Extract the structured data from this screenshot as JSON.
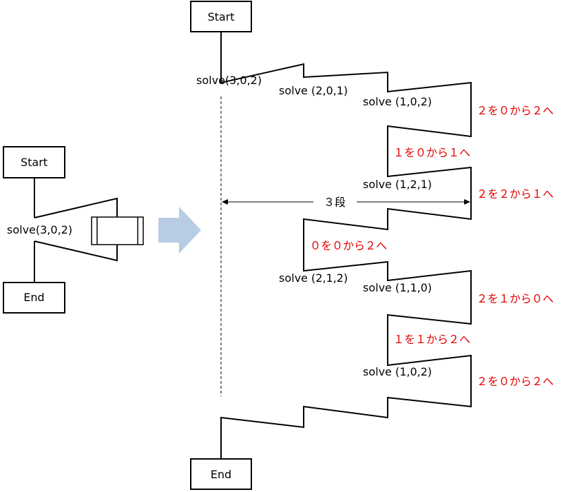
{
  "colors": {
    "line": "#000000",
    "move_text": "#e60000",
    "arrow": "#b8cce4"
  },
  "icons": {
    "transform_arrow": "right-arrow-icon",
    "subroutine": "subroutine-icon"
  },
  "left_chart": {
    "start": "Start",
    "call": "solve(3,0,2)",
    "end": "End"
  },
  "right_chart": {
    "start": "Start",
    "end": "End",
    "depth_label": "３段",
    "calls": [
      "solve(3,0,2)",
      "solve (2,0,1)",
      "solve (1,0,2)",
      "solve (1,2,1)",
      "solve (2,1,2)",
      "solve (1,1,0)",
      "solve (1,0,2)"
    ],
    "moves": [
      "２を０から２へ",
      "１を０から１へ",
      "２を２から１へ",
      "０を０から２へ",
      "２を１から０へ",
      "１を１から２へ",
      "２を０から２へ"
    ]
  }
}
